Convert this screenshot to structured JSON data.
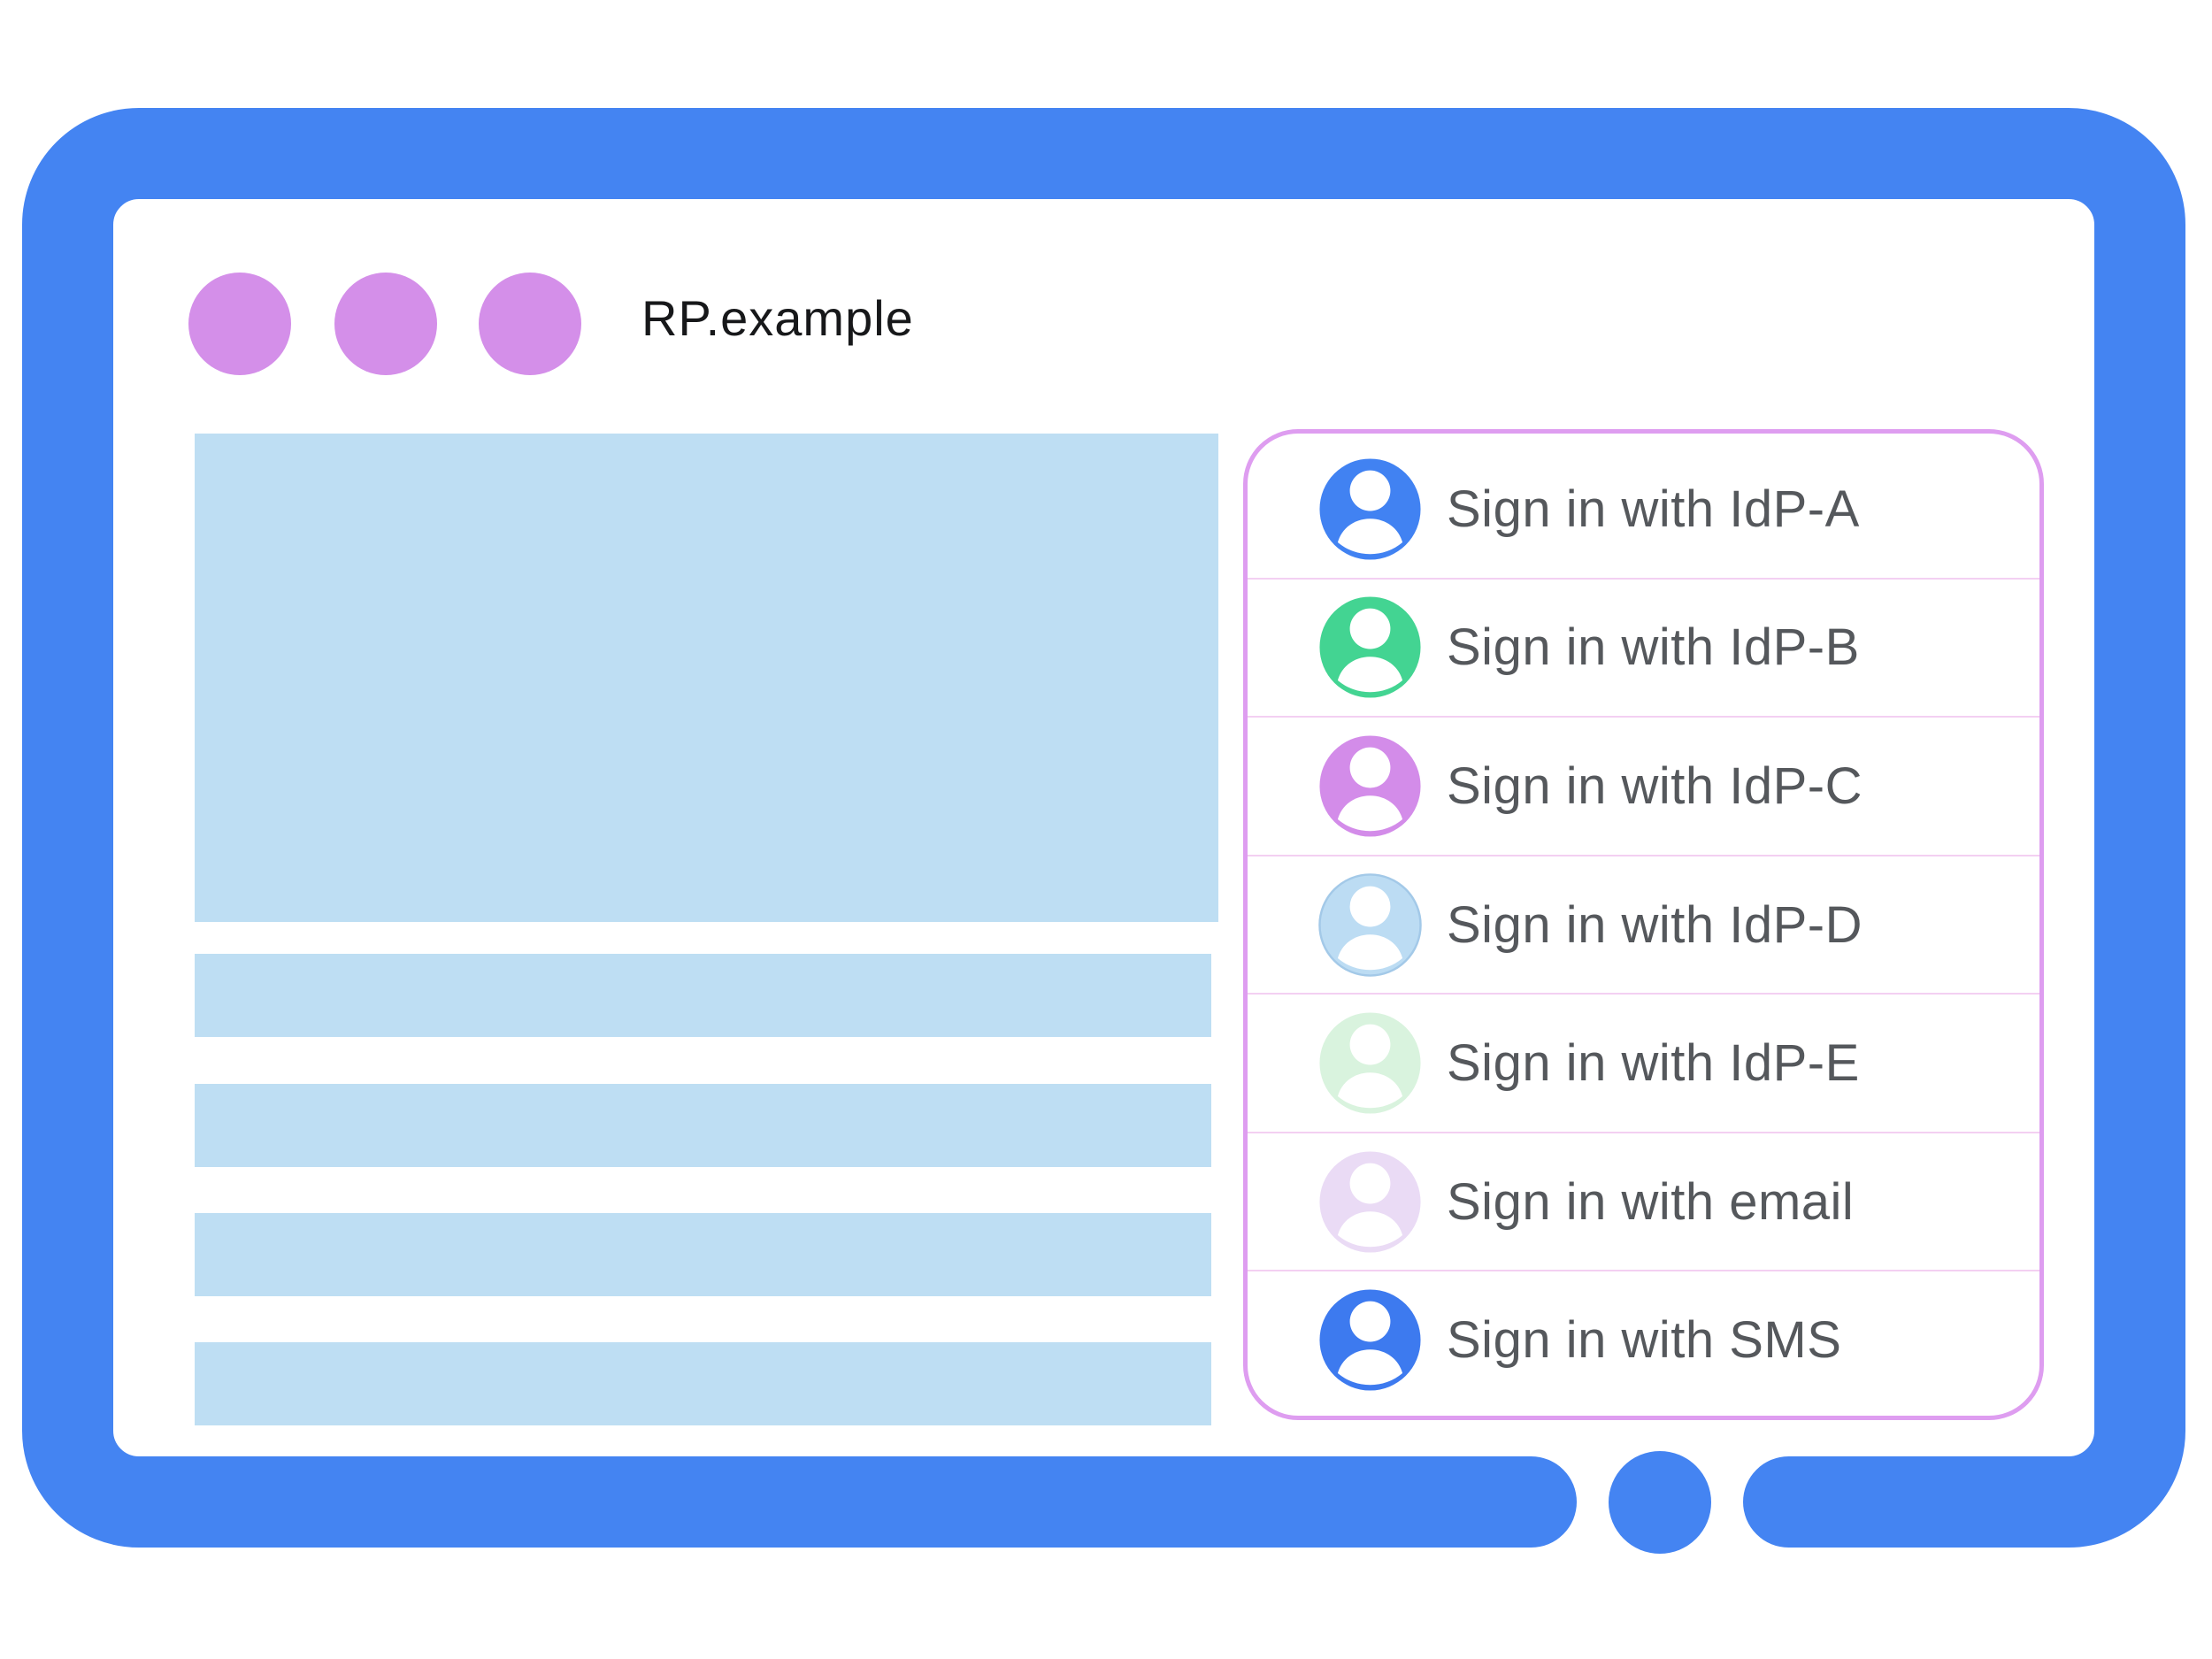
{
  "window": {
    "title": "RP.example",
    "controls": {
      "dot_count": 3
    }
  },
  "colors": {
    "frame_blue": "#4484F2",
    "dot_purple": "#D48FE9",
    "placeholder_blue": "#BEDEF3",
    "panel_border": "#DE9DF0",
    "divider_pink": "#F3D0F2",
    "label_gray": "#55585C",
    "title_black": "#17181A",
    "avatar_glyph_white": "#FFFFFF"
  },
  "content": {
    "hero_block_count": 1,
    "text_bar_count": 4
  },
  "signin_panel": {
    "providers": [
      {
        "label": "Sign in with IdP-A",
        "avatar_color": "#4182F2"
      },
      {
        "label": "Sign in with IdP-B",
        "avatar_color": "#43D492"
      },
      {
        "label": "Sign in with IdP-C",
        "avatar_color": "#D38CE9"
      },
      {
        "label": "Sign in with IdP-D",
        "avatar_color": "#BCDCF3",
        "avatar_ring": "#A3C9E8"
      },
      {
        "label": "Sign in with IdP-E",
        "avatar_color": "#D9F3DE"
      },
      {
        "label": "Sign in with email",
        "avatar_color": "#EADBF5"
      },
      {
        "label": "Sign in with SMS",
        "avatar_color": "#3D7AEF"
      }
    ]
  }
}
